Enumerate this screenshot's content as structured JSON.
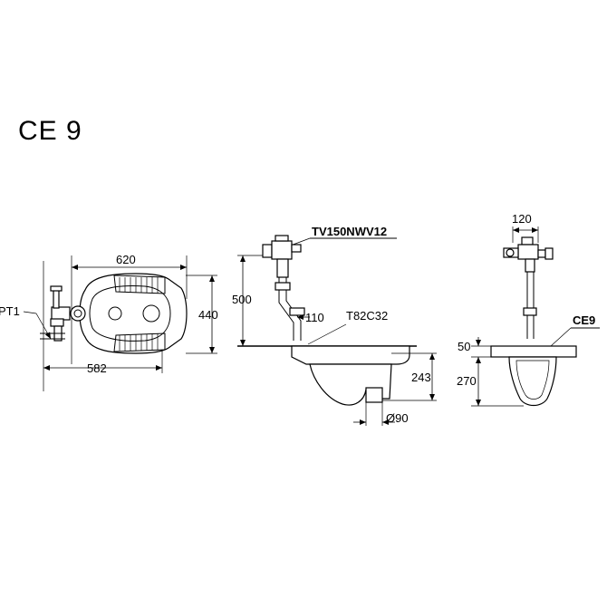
{
  "title": "CE 9",
  "labels": {
    "flush_valve": "TV150NWV12",
    "trap": "T82C32",
    "model": "CE9",
    "stop_valve": "PT1"
  },
  "dimensions": {
    "width_620": "620",
    "depth_440": "440",
    "offset_582": "582",
    "height_500": "500",
    "pipe_110": "110",
    "height_243": "243",
    "dia_90": "Ø90",
    "width_120": "120",
    "rim_50": "50",
    "height_270": "270"
  }
}
